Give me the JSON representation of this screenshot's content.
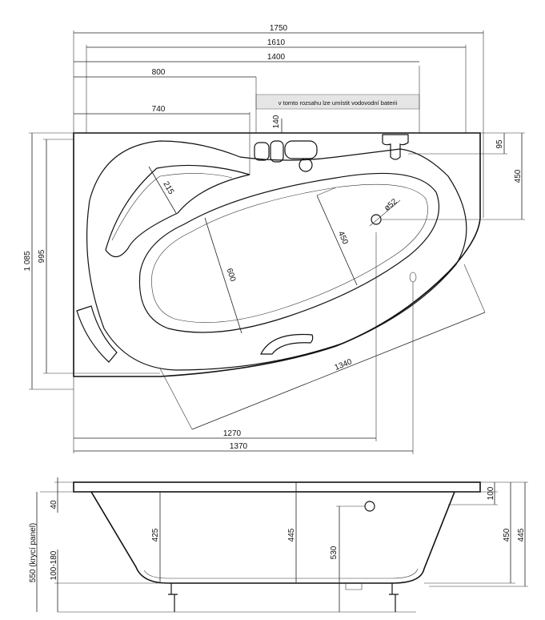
{
  "plan": {
    "dims": {
      "d1750": "1750",
      "d1610": "1610",
      "d1400": "1400",
      "d800": "800",
      "d740": "740",
      "d140": "140",
      "d95": "95",
      "d450_right": "450",
      "d1085": "1 085",
      "d995": "995",
      "d215": "215",
      "d600": "600",
      "d450_inner": "450",
      "d52": "ø52",
      "d1340": "1340",
      "d1270": "1270",
      "d1370": "1370"
    },
    "note": "v tomto rozsahu lze umístit vodovodní baterii"
  },
  "section": {
    "dims": {
      "d40": "40",
      "d550": "550 (krycí panel)",
      "d100_180": "100-180",
      "d425": "425",
      "d445_mid": "445",
      "d530": "530",
      "d100": "100",
      "d450": "450",
      "d445_right": "445"
    }
  }
}
